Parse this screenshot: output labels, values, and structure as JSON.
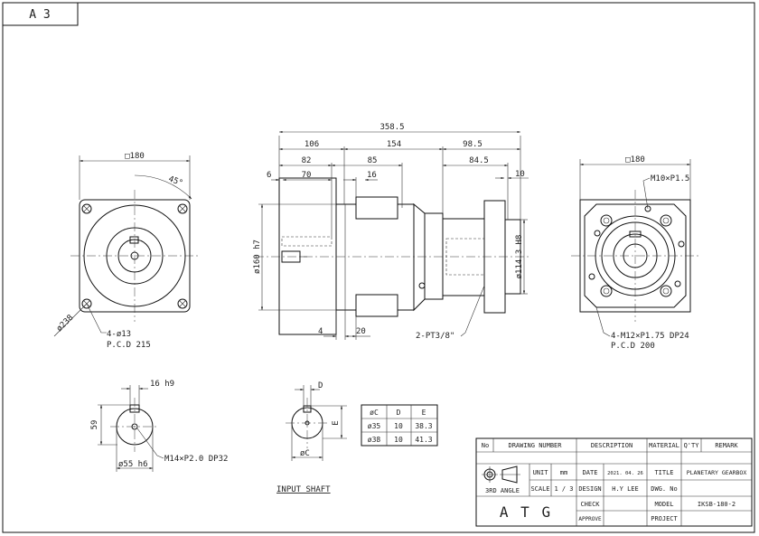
{
  "sheet_size": "A 3",
  "front_view": {
    "square": "□180",
    "angle": "45°",
    "diag": "ø238",
    "holes": "4-ø13",
    "pcd": "P.C.D 215"
  },
  "side_view": {
    "overall": "358.5",
    "d106": "106",
    "d154": "154",
    "d98_5": "98.5",
    "d82": "82",
    "d85": "85",
    "d84_5": "84.5",
    "d6": "6",
    "d70": "70",
    "d16": "16",
    "d10": "10",
    "pilot_left": "ø160 h7",
    "pilot_right": "ø114.3 H8",
    "d4": "4",
    "d20": "20",
    "port": "2-PT3/8\""
  },
  "rear_view": {
    "square": "□180",
    "tap_top": "M10×P1.5",
    "taps": "4-M12×P1.75 DP24",
    "pcd": "P.C.D 200"
  },
  "output_shaft": {
    "key": "16 h9",
    "d59": "59",
    "dia": "ø55 h6",
    "tap": "M14×P2.0 DP32"
  },
  "input_shaft": {
    "label": "INPUT SHAFT",
    "d": "D",
    "e": "E",
    "c": "øC",
    "table_headers": [
      "øC",
      "D",
      "E"
    ],
    "table_rows": [
      [
        "ø35",
        "10",
        "38.3"
      ],
      [
        "ø38",
        "10",
        "41.3"
      ]
    ]
  },
  "title_block": {
    "h_no": "No",
    "h_drawing_number": "DRAWING NUMBER",
    "h_description": "DESCRIPTION",
    "h_material": "MATERIAL",
    "h_qty": "Q'TY",
    "h_remark": "REMARK",
    "unit_label": "UNIT",
    "unit_value": "mm",
    "scale_label": "SCALE",
    "scale_value": "1 / 3",
    "projection": "3RD ANGLE",
    "company": "A T G",
    "date_label": "DATE",
    "date_value": "2021. 04. 26",
    "design_label": "DESIGN",
    "design_value": "H.Y LEE",
    "check_label": "CHECK",
    "approve_label": "APPROVE",
    "title_label": "TITLE",
    "title_value": "PLANETARY GEARBOX",
    "dwg_label": "DWG. No",
    "model_label": "MODEL",
    "model_value": "IKSB-180-2",
    "project_label": "PROJECT"
  }
}
